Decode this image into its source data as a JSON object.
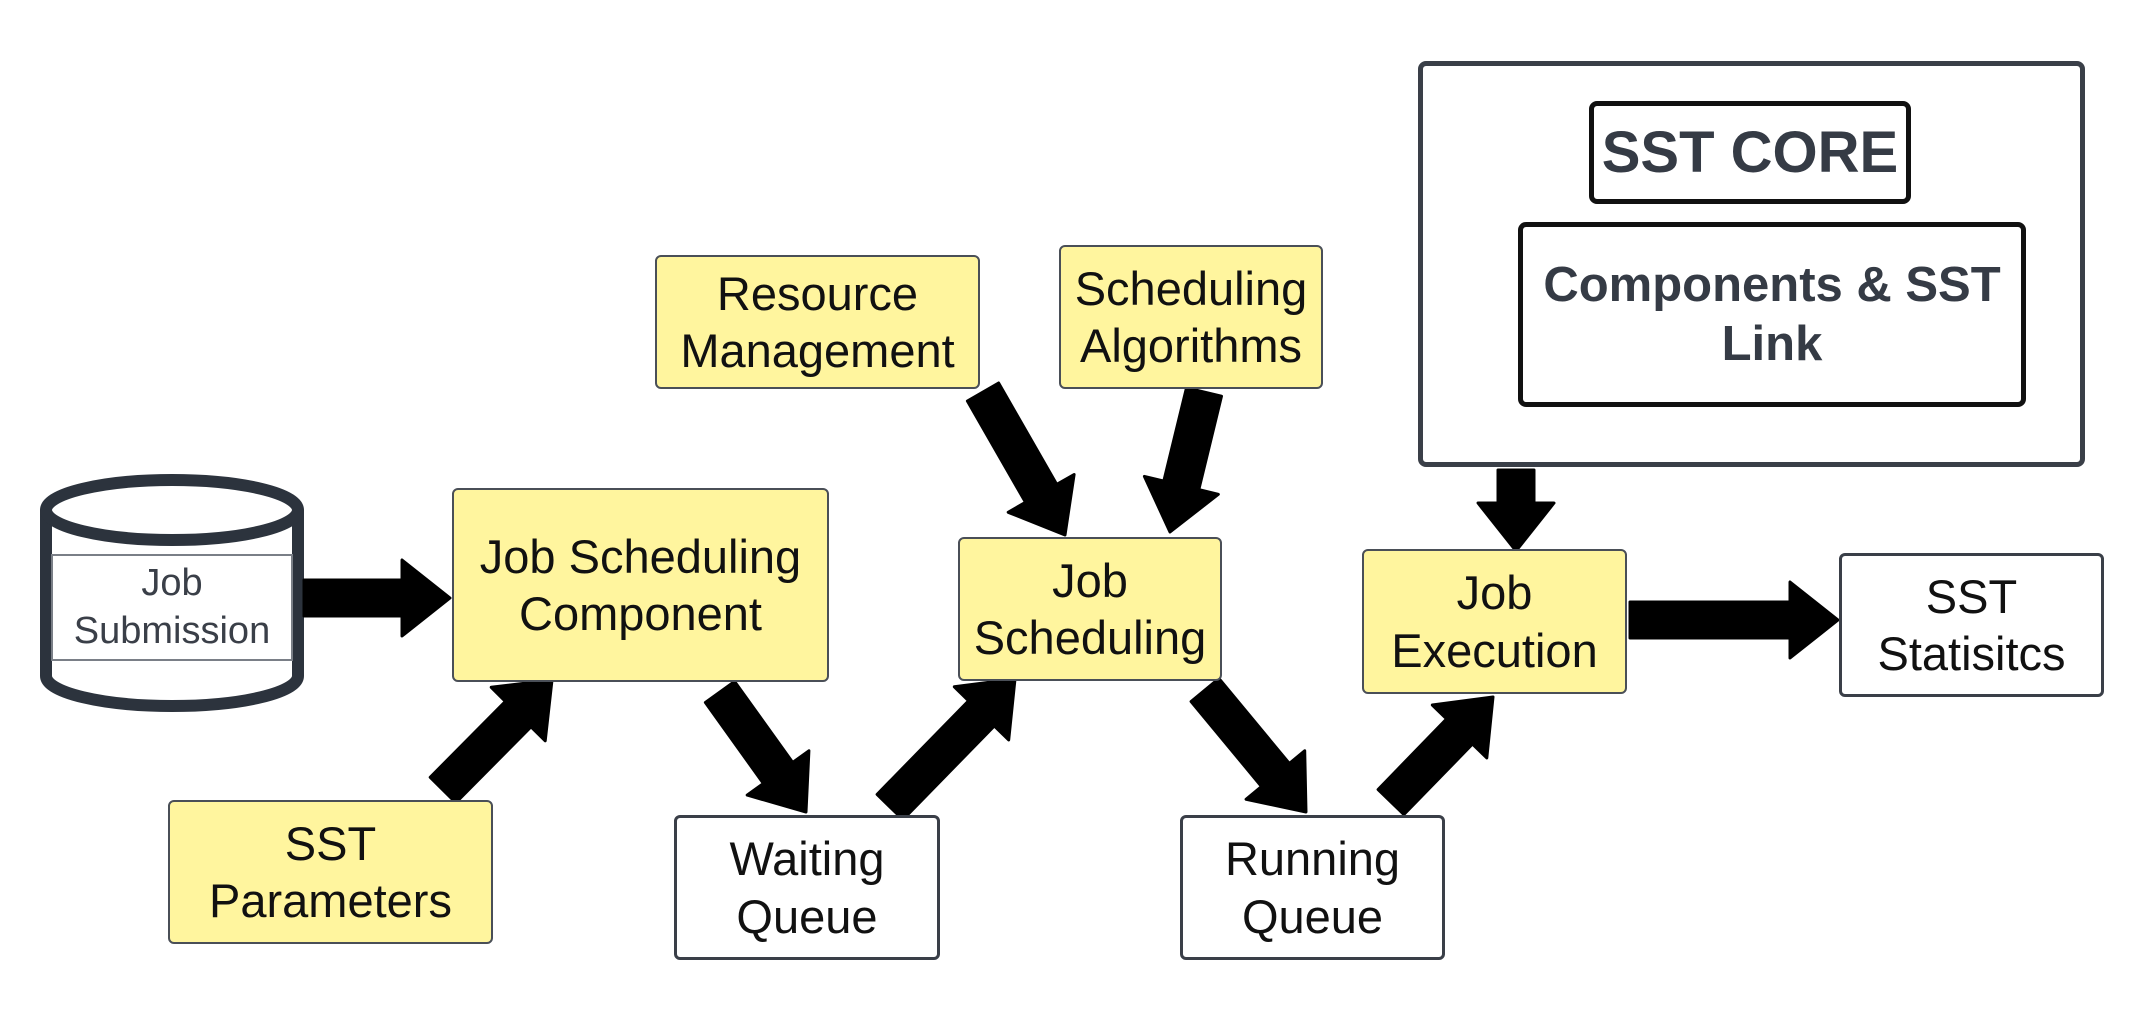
{
  "nodes": {
    "job_submission": "Job\nSubmission",
    "job_scheduling_component": "Job Scheduling\nComponent",
    "sst_parameters": "SST\nParameters",
    "resource_management": "Resource\nManagement",
    "scheduling_algorithms": "Scheduling\nAlgorithms",
    "waiting_queue": "Waiting\nQueue",
    "job_scheduling": "Job\nScheduling",
    "running_queue": "Running\nQueue",
    "job_execution": "Job\nExecution",
    "sst_statistics": "SST\nStatisitcs",
    "sst_core": "SST CORE",
    "components_link": "Components & SST\nLink"
  },
  "edges": [
    {
      "from": "job_submission",
      "to": "job_scheduling_component"
    },
    {
      "from": "sst_parameters",
      "to": "job_scheduling_component"
    },
    {
      "from": "job_scheduling_component",
      "to": "waiting_queue"
    },
    {
      "from": "waiting_queue",
      "to": "job_scheduling"
    },
    {
      "from": "resource_management",
      "to": "job_scheduling"
    },
    {
      "from": "scheduling_algorithms",
      "to": "job_scheduling"
    },
    {
      "from": "job_scheduling",
      "to": "running_queue"
    },
    {
      "from": "running_queue",
      "to": "job_execution"
    },
    {
      "from": "sst_core",
      "to": "job_execution"
    },
    {
      "from": "job_execution",
      "to": "sst_statistics"
    }
  ],
  "colors": {
    "process_fill": "#fff59e",
    "border": "#3a3f48",
    "arrow": "#000000"
  }
}
